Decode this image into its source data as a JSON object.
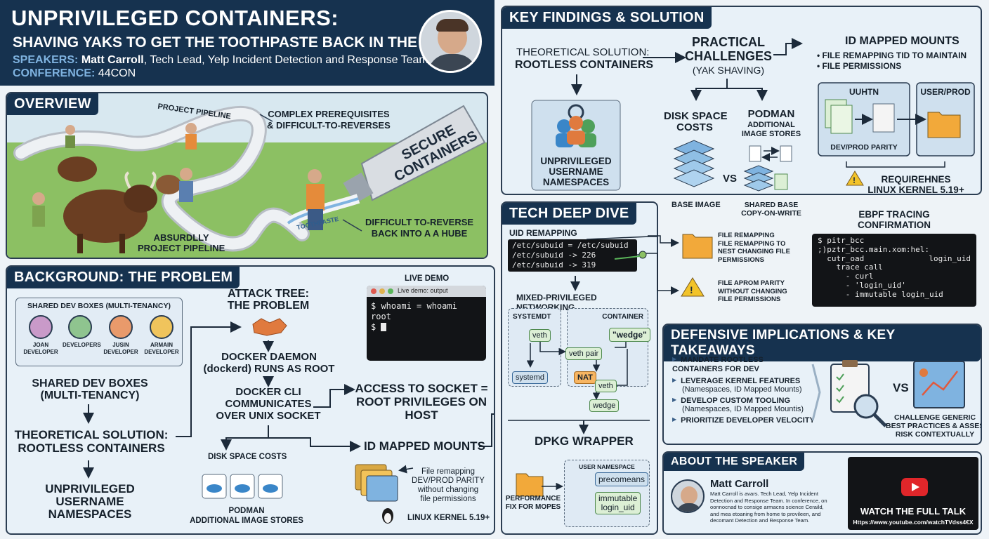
{
  "header": {
    "title": "UNPRIVILEGED CONTAINERS:",
    "subtitle": "SHAVING YAKS TO GET THE TOOTHPASTE BACK IN THE TUBE",
    "speakers_label": "SPEAKERS:",
    "speaker_name": "Matt Carroll",
    "speaker_role": ", Tech Lead, Yelp Incident Detection and Response Team",
    "conference_label": "CONFERENCE:",
    "conference": "44CON"
  },
  "overview": {
    "title": "OVERVIEW",
    "pipeline_label": "PROJECT PIPELINE",
    "complex_prereq": "COMPLEX PREREQUISITES\n& DIFFICULT-TO-REVERSES",
    "tube_label": "SECURE\nCONTAINERS",
    "toothpaste": "TOOTHPASTE",
    "absurd": "ABSURDLLY\nPROJECT PIPELINE",
    "difficult": "DIFFICULT TO-REVERSE\nBACK INTO A A HUBE"
  },
  "background": {
    "title": "BACKGROUND: THE PROBLEM",
    "shared_box_title": "SHARED DEV BOXES (MULTI-TENANCY)",
    "people": [
      {
        "name": "JOAN\nDEVELOPER"
      },
      {
        "name": "DEVELOPERS"
      },
      {
        "name": "JUSIN\nDEVELOPER"
      },
      {
        "name": "ARMAIN\nDEVELOPER"
      }
    ],
    "shared_dev": "SHARED DEV BOXES\n(MULTI-TENANCY)",
    "theoretical": "THEORETICAL SOLUTION:\nROOTLESS CONTAINERS",
    "unprivileged": "UNPRIVILEGED\nUSERNAME\nNAMESPACES",
    "attack_tree": "ATTACK TREE:\nTHE PROBLEM",
    "docker_daemon": "DOCKER DAEMON\n(dockerd) RUNS AS ROOT",
    "docker_cli": "DOCKER CLI\nCOMMUNICATES\nOVER UNIX SOCKET",
    "access_socket": "ACCESS TO SOCKET =\nROOT PRIVILEGES ON\nHOST",
    "id_mapped": "ID MAPPED MOUNTS",
    "disk_space": "DISK SPACE COSTS",
    "podman": "PODMAN\nADDITIONAL IMAGE STORES",
    "live_demo": "LIVE DEMO",
    "terminal_title": "Live demo: output",
    "terminal_line1": "$ whoami = whoami",
    "terminal_line2": "root",
    "terminal_prompt": "$ ",
    "file_remap": "File remapping\nDEV/PROD PARITY\nwithout changing\nfile permissions",
    "linux_kernel": "LINUX KERNEL 5.19+"
  },
  "findings": {
    "title": "KEY FINDINGS & SOLUTION",
    "theoretical_a": "THEORETICAL SOLUTION:",
    "theoretical_b": "ROOTLESS CONTAINERS",
    "unprivileged": "UNPRIVILEGED\nUSERNAME\nNAMESPACES",
    "practical": "PRACTICAL\nCHALLENGES",
    "yak": "(YAK SHAVING)",
    "disk": "DISK SPACE\nCOSTS",
    "podman": "PODMAN",
    "podman_sub": "ADDITIONAL\nIMAGE STORES",
    "base_image": "BASE IMAGE",
    "vs": "VS",
    "shared_base": "SHARED BASE\nCOPY-ON-WRITE",
    "idmm_title": "ID MAPPED MOUNTS",
    "idmm_bullet1": "FILE REMAPPING TID TO MAINTAIN",
    "idmm_bullet2": "FILE PERMISSIONS",
    "uuhtn": "UUHTN",
    "userprod": "USER/PROD",
    "devprod": "DEV/PROD PARITY",
    "requires": "REQUIREHNES\nLINUX KERNEL 5.19+"
  },
  "deepdive": {
    "title": "TECH DEEP DIVE",
    "uid_title": "UID REMAPPING",
    "uid_lines": [
      "/etc/subuid = /etc/subuid",
      "/etc/subuid -> 226",
      "/etc/subuid -> 319"
    ],
    "mixed_title": "MIXED-PRIVILEGED NETWORKING",
    "systemdt": "SYSTEMDT",
    "container": "CONTAINER",
    "veth": "veth",
    "veth_pair": "veth pair",
    "wedge_q": "\"wedge\"",
    "systemd": "systemd",
    "nat": "NAT",
    "veth2": "veth",
    "wedge": "wedge",
    "dpkg": "DPKG WRAPPER",
    "user_ns": "USER NAMESPACE",
    "precomeans": "precomeans",
    "immutable": "immutable\nlogin_uid",
    "perf_fix": "PERFORMANCE\nFIX FOR MOPES",
    "file_remap1": "FILE REMAPPING\nFILE REMAPPING TO\nNEST CHANGING FILE\nPERMISSIONS",
    "file_remap2": "FILE APROM PARITY\nWITHOUT CHANGING\nFILE PERMISSIONS",
    "ebpf_title": "EBPF TRACING\nCONFIRMATION",
    "ebpf_lines": [
      "$ pitr_bcc",
      ";)pztr_bcc.main.xom:hel:",
      "  cutr_oad",
      "    trace call",
      "      - curl",
      "      - 'login_uid'",
      "      - immutable login_uid"
    ],
    "ebpf_right": "login_uid"
  },
  "defensive": {
    "title": "DEFENSIVE IMPLICATIONS & KEY TAKEAWAYS",
    "items": [
      {
        "head": "MANDATE ROOTLESS\nCONTAINERS FOR DEV",
        "sub": ""
      },
      {
        "head": "LEVERAGE KERNEL FEATURES",
        "sub": "(Namespaces, ID Mapped Mounts)"
      },
      {
        "head": "DEVELOP CUSTOM TOOLING",
        "sub": "(Namespaces, ID Mapped Mountis)"
      },
      {
        "head": "PRIORITIZE DEVELOPER VELOCITY",
        "sub": ""
      }
    ],
    "vs": "VS",
    "challenge": "CHALLENGE GENERIC\nBEST PRACTICES & ASSESS\nRISK CONTEXTUALLY"
  },
  "about": {
    "title": "ABOUT THE SPEAKER",
    "name": "Matt Carroll",
    "bio": "Matt Carroll is avars. Tech Lead, Yelp Incident\nDetection and Response Team. In conference, on\noonnocnad to consige armacns science Ceraild,\nand mea etoaning from home to provileen, and\ndecomant Detection and Response Team.",
    "watch": "WATCH THE FULL TALK",
    "url": "Https://www.youtube.com/watchTVdss4€X"
  },
  "colors": {
    "navy": "#16324f",
    "accent": "#7fb3e0",
    "grass": "#8cc063",
    "tube": "#d9dde2"
  }
}
